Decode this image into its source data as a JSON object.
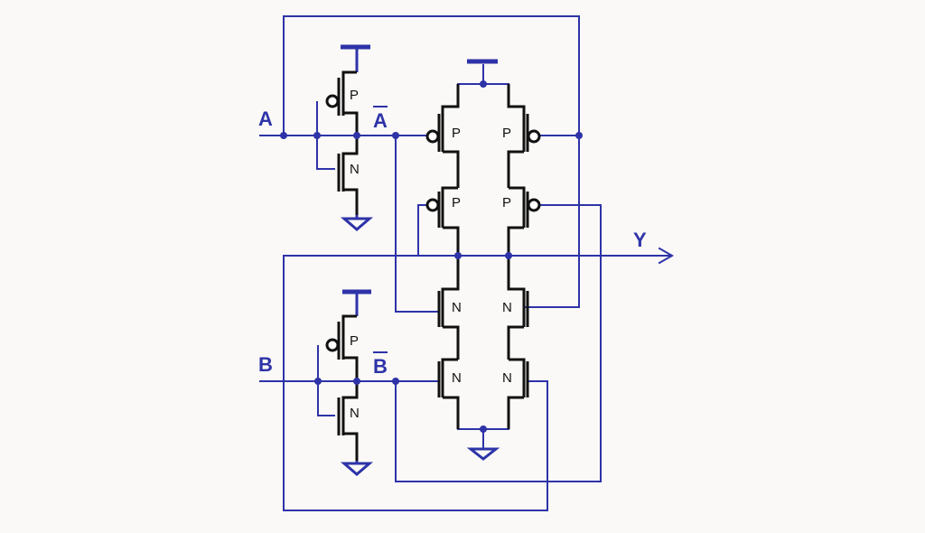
{
  "signals": {
    "a": "A",
    "a_bar": "A",
    "b": "B",
    "b_bar": "B",
    "y": "Y"
  },
  "transistors": {
    "p": "P",
    "n": "N"
  },
  "colors": {
    "wire": "#2e33a8",
    "device": "#111111",
    "background": "#faf9f7"
  }
}
